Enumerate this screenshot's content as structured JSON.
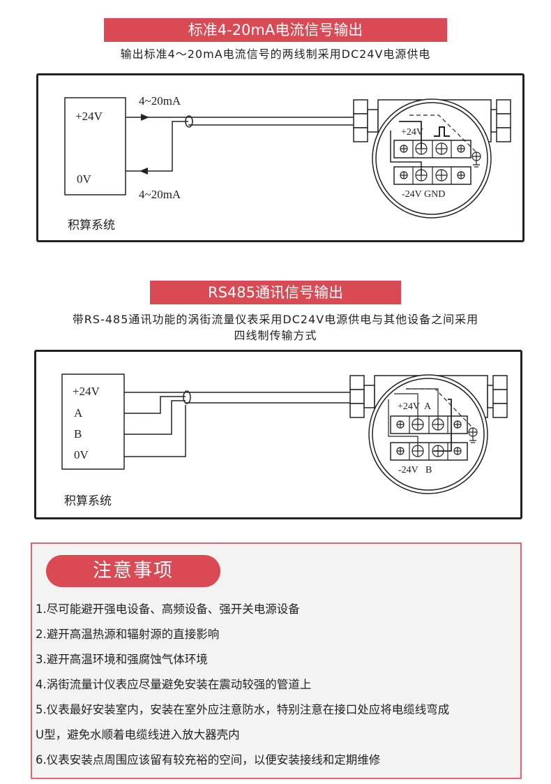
{
  "section1": {
    "title": "标准4-20mA电流信号输出",
    "subtitle": "输出标准4～20mA电流信号的两线制采用DC24V电源供电",
    "diagram": {
      "plus24": "+24V",
      "zero": "0V",
      "current_top": "4~20mA",
      "current_bottom": "4~20mA",
      "system": "积算系统",
      "t_plus": "+24V",
      "t_bottom": "-24V GND"
    }
  },
  "section2": {
    "title": "RS485通讯信号输出",
    "subtitle_line1": "带RS-485通讯功能的涡街流量仪表采用DC24V电源供电与其他设备之间采用",
    "subtitle_line2": "四线制传输方式",
    "diagram": {
      "plus24": "+24V",
      "a": "A",
      "b": "B",
      "zero": "0V",
      "system": "积算系统",
      "t_top": "+24V  A",
      "t_bottom": "-24V   B"
    }
  },
  "notes": {
    "title": "注意事项",
    "items": [
      "1.尽可能避开强电设备、高频设备、强开关电源设备",
      "2.避开高温热源和辐射源的直接影响",
      "3.避开高温环境和强腐蚀气体环境",
      "4.涡街流量计仪表应尽量避免安装在震动较强的管道上",
      "5.仪表最好安装室内，安装在室外应注意防水，特别注意在接口处应将电缆线弯成",
      "U型，避免水顺着电缆线进入放大器壳内",
      "6.仪表安装点周围应该留有较充裕的空间，以便安装接线和定期维修"
    ]
  },
  "colors": {
    "accent": "#d94a55"
  }
}
